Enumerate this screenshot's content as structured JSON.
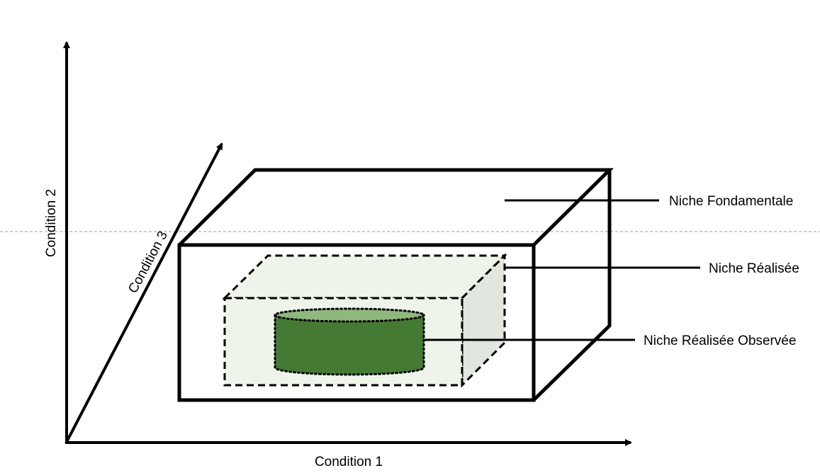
{
  "axes": {
    "x_label": "Condition 1",
    "y_label": "Condition 2",
    "z_label": "Condition 3"
  },
  "labels": {
    "fundamental": "Niche Fondamentale",
    "realized": "Niche Réalisée",
    "observed": "Niche Réalisée Observée"
  },
  "colors": {
    "stroke": "#000000",
    "guide_line": "#9a9a9a",
    "realized_front_fill": "#eef4ea",
    "realized_top_fill": "#eef4ea",
    "realized_side_fill": "#e1e6df",
    "observed_body_fill": "#457a35",
    "observed_top_fill": "#8fb77e"
  }
}
